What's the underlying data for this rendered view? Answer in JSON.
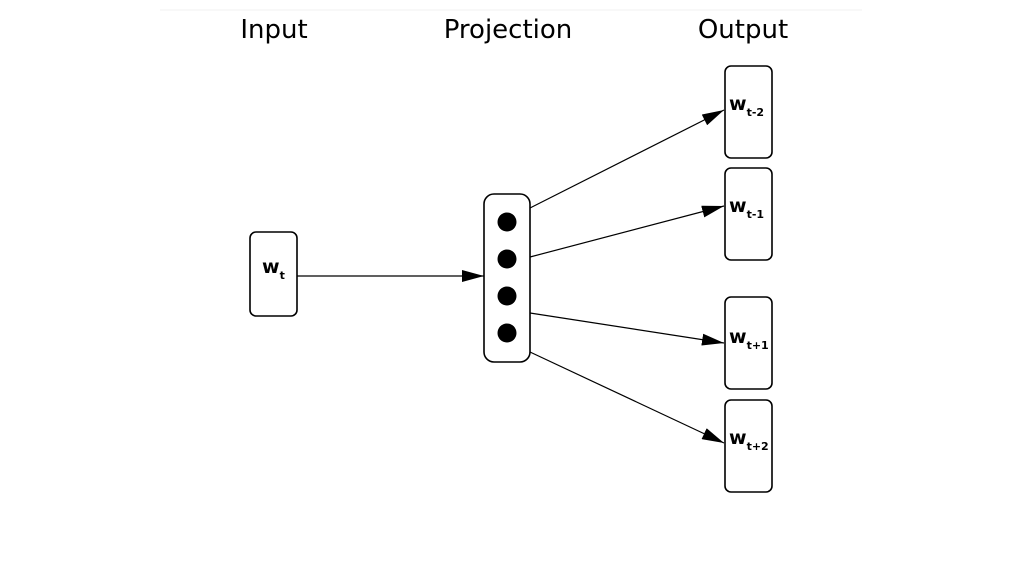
{
  "columns": {
    "input": "Input",
    "projection": "Projection",
    "output": "Output"
  },
  "input_word": {
    "base": "w",
    "sub": "t"
  },
  "output_words": [
    {
      "base": "w",
      "sub": "t-2"
    },
    {
      "base": "w",
      "sub": "t-1"
    },
    {
      "base": "w",
      "sub": "t+1"
    },
    {
      "base": "w",
      "sub": "t+2"
    }
  ],
  "projection_units": 4,
  "colors": {
    "stroke": "#000000",
    "background": "#ffffff"
  }
}
